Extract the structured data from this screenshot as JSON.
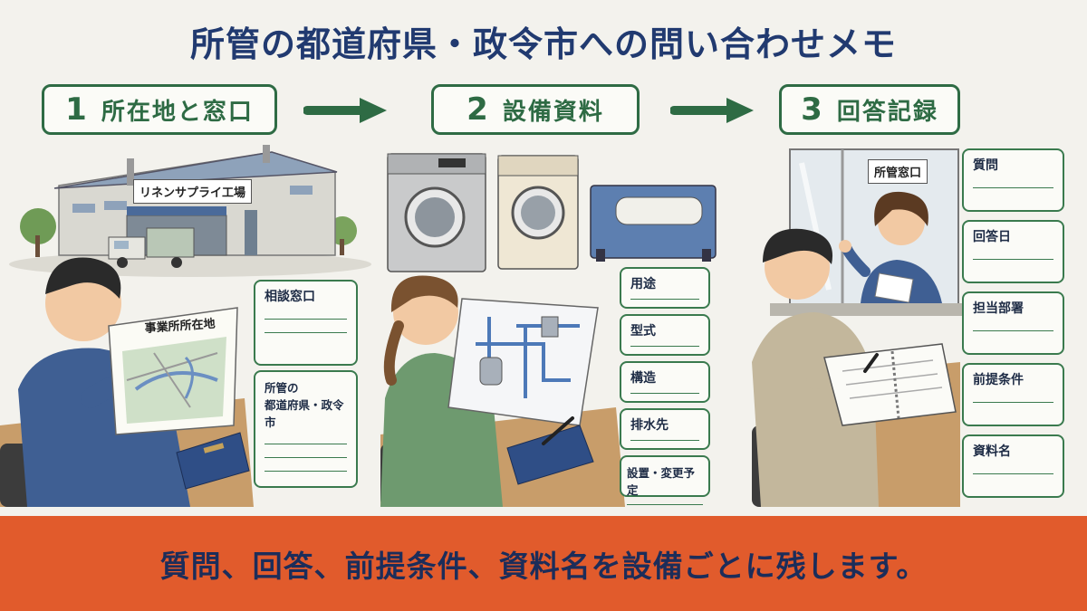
{
  "title": "所管の都道府県・政令市への問い合わせメモ",
  "steps": [
    {
      "num": "1",
      "label": "所在地と窓口"
    },
    {
      "num": "2",
      "label": "設備資料"
    },
    {
      "num": "3",
      "label": "回答記録"
    }
  ],
  "panel1": {
    "factory_sign": "リネンサプライ工場",
    "map_title": "事業所所在地",
    "notes": [
      "相談窓口",
      "所管の\n都道府県・政令市"
    ]
  },
  "panel2": {
    "notes": [
      "用途",
      "型式",
      "構造",
      "排水先",
      "設置・変更予定"
    ]
  },
  "panel3": {
    "window_sign": "所管窓口",
    "notes": [
      "質問",
      "回答日",
      "担当部署",
      "前提条件",
      "資料名"
    ]
  },
  "footer": "質問、回答、前提条件、資料名を設備ごとに残します。",
  "colors": {
    "accent": "#2e6b44",
    "title": "#213a70",
    "banner": "#e15b2c"
  }
}
